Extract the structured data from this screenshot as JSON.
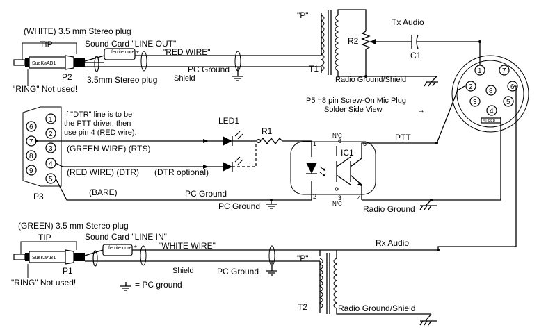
{
  "plugs": {
    "out_title": "(WHITE) 3.5 mm Stereo plug",
    "in_title": "(GREEN) 3.5 mm Stereo plug",
    "tip": "TIP",
    "ring_out": "\"RING\" Not used!",
    "ring_in": "\"RING\" Not used!",
    "p2": "P2",
    "p1": "P1",
    "p2_caption": "3.5mm Stereo plug",
    "plug_brand": "SueKaAB1"
  },
  "sound_card": {
    "line_out": "Sound Card \"LINE OUT\"",
    "line_in": "Sound Card \"LINE IN\"",
    "ferrite": "ferrite core",
    "asterisk": "*"
  },
  "wires": {
    "red_wire": "\"RED WIRE\"",
    "white_wire": "\"WHITE WIRE\"",
    "green_rts": "(GREEN WIRE) (RTS)",
    "red_dtr": "(RED WIRE) (DTR)",
    "dtr_optional": "(DTR optional)",
    "bare": "(BARE)",
    "shield": "Shield",
    "shield2": "Shield"
  },
  "grounds": {
    "pc_ground_top": "PC Ground",
    "pc_ground_mid": "PC Ground",
    "pc_ground_mid2": "PC Ground",
    "pc_ground_bottom": "PC Ground",
    "radio_shield_top": "Radio Ground/Shield",
    "radio_ground_mid": "Radio Ground",
    "radio_shield_bottom": "Radio Ground/Shield",
    "legend": "= PC ground"
  },
  "db9": {
    "label": "P3",
    "note_line1": "If \"DTR\" line is to be",
    "note_line2": "the PTT driver, then",
    "note_line3": "use pin 4 (RED wire).",
    "pins": [
      "1",
      "2",
      "3",
      "4",
      "5",
      "6",
      "7",
      "8",
      "9"
    ]
  },
  "components": {
    "led": "LED1",
    "r1": "R1",
    "r2": "R2",
    "c1": "C1",
    "ic1": "IC1",
    "t1": "T1",
    "t2": "T2",
    "p_top": "\"P\"",
    "p_bottom": "\"P\""
  },
  "ic_pins": {
    "p1": "1",
    "p2": "2",
    "p4": "4",
    "p5": "5",
    "p6": "6",
    "p3": "3",
    "nc_top": "N/C",
    "nc_bottom": "N/C"
  },
  "signals": {
    "tx_audio": "Tx Audio",
    "ptt": "PTT",
    "rx_audio": "Rx Audio"
  },
  "mic_plug": {
    "caption_line1": "P5 =8 pin Screw-On Mic Plug",
    "caption_line2": "Solder Side View",
    "arrow": "→",
    "pins": [
      "1",
      "2",
      "3",
      "4",
      "5",
      "6",
      "7",
      "8"
    ],
    "tab": "SUPER"
  }
}
